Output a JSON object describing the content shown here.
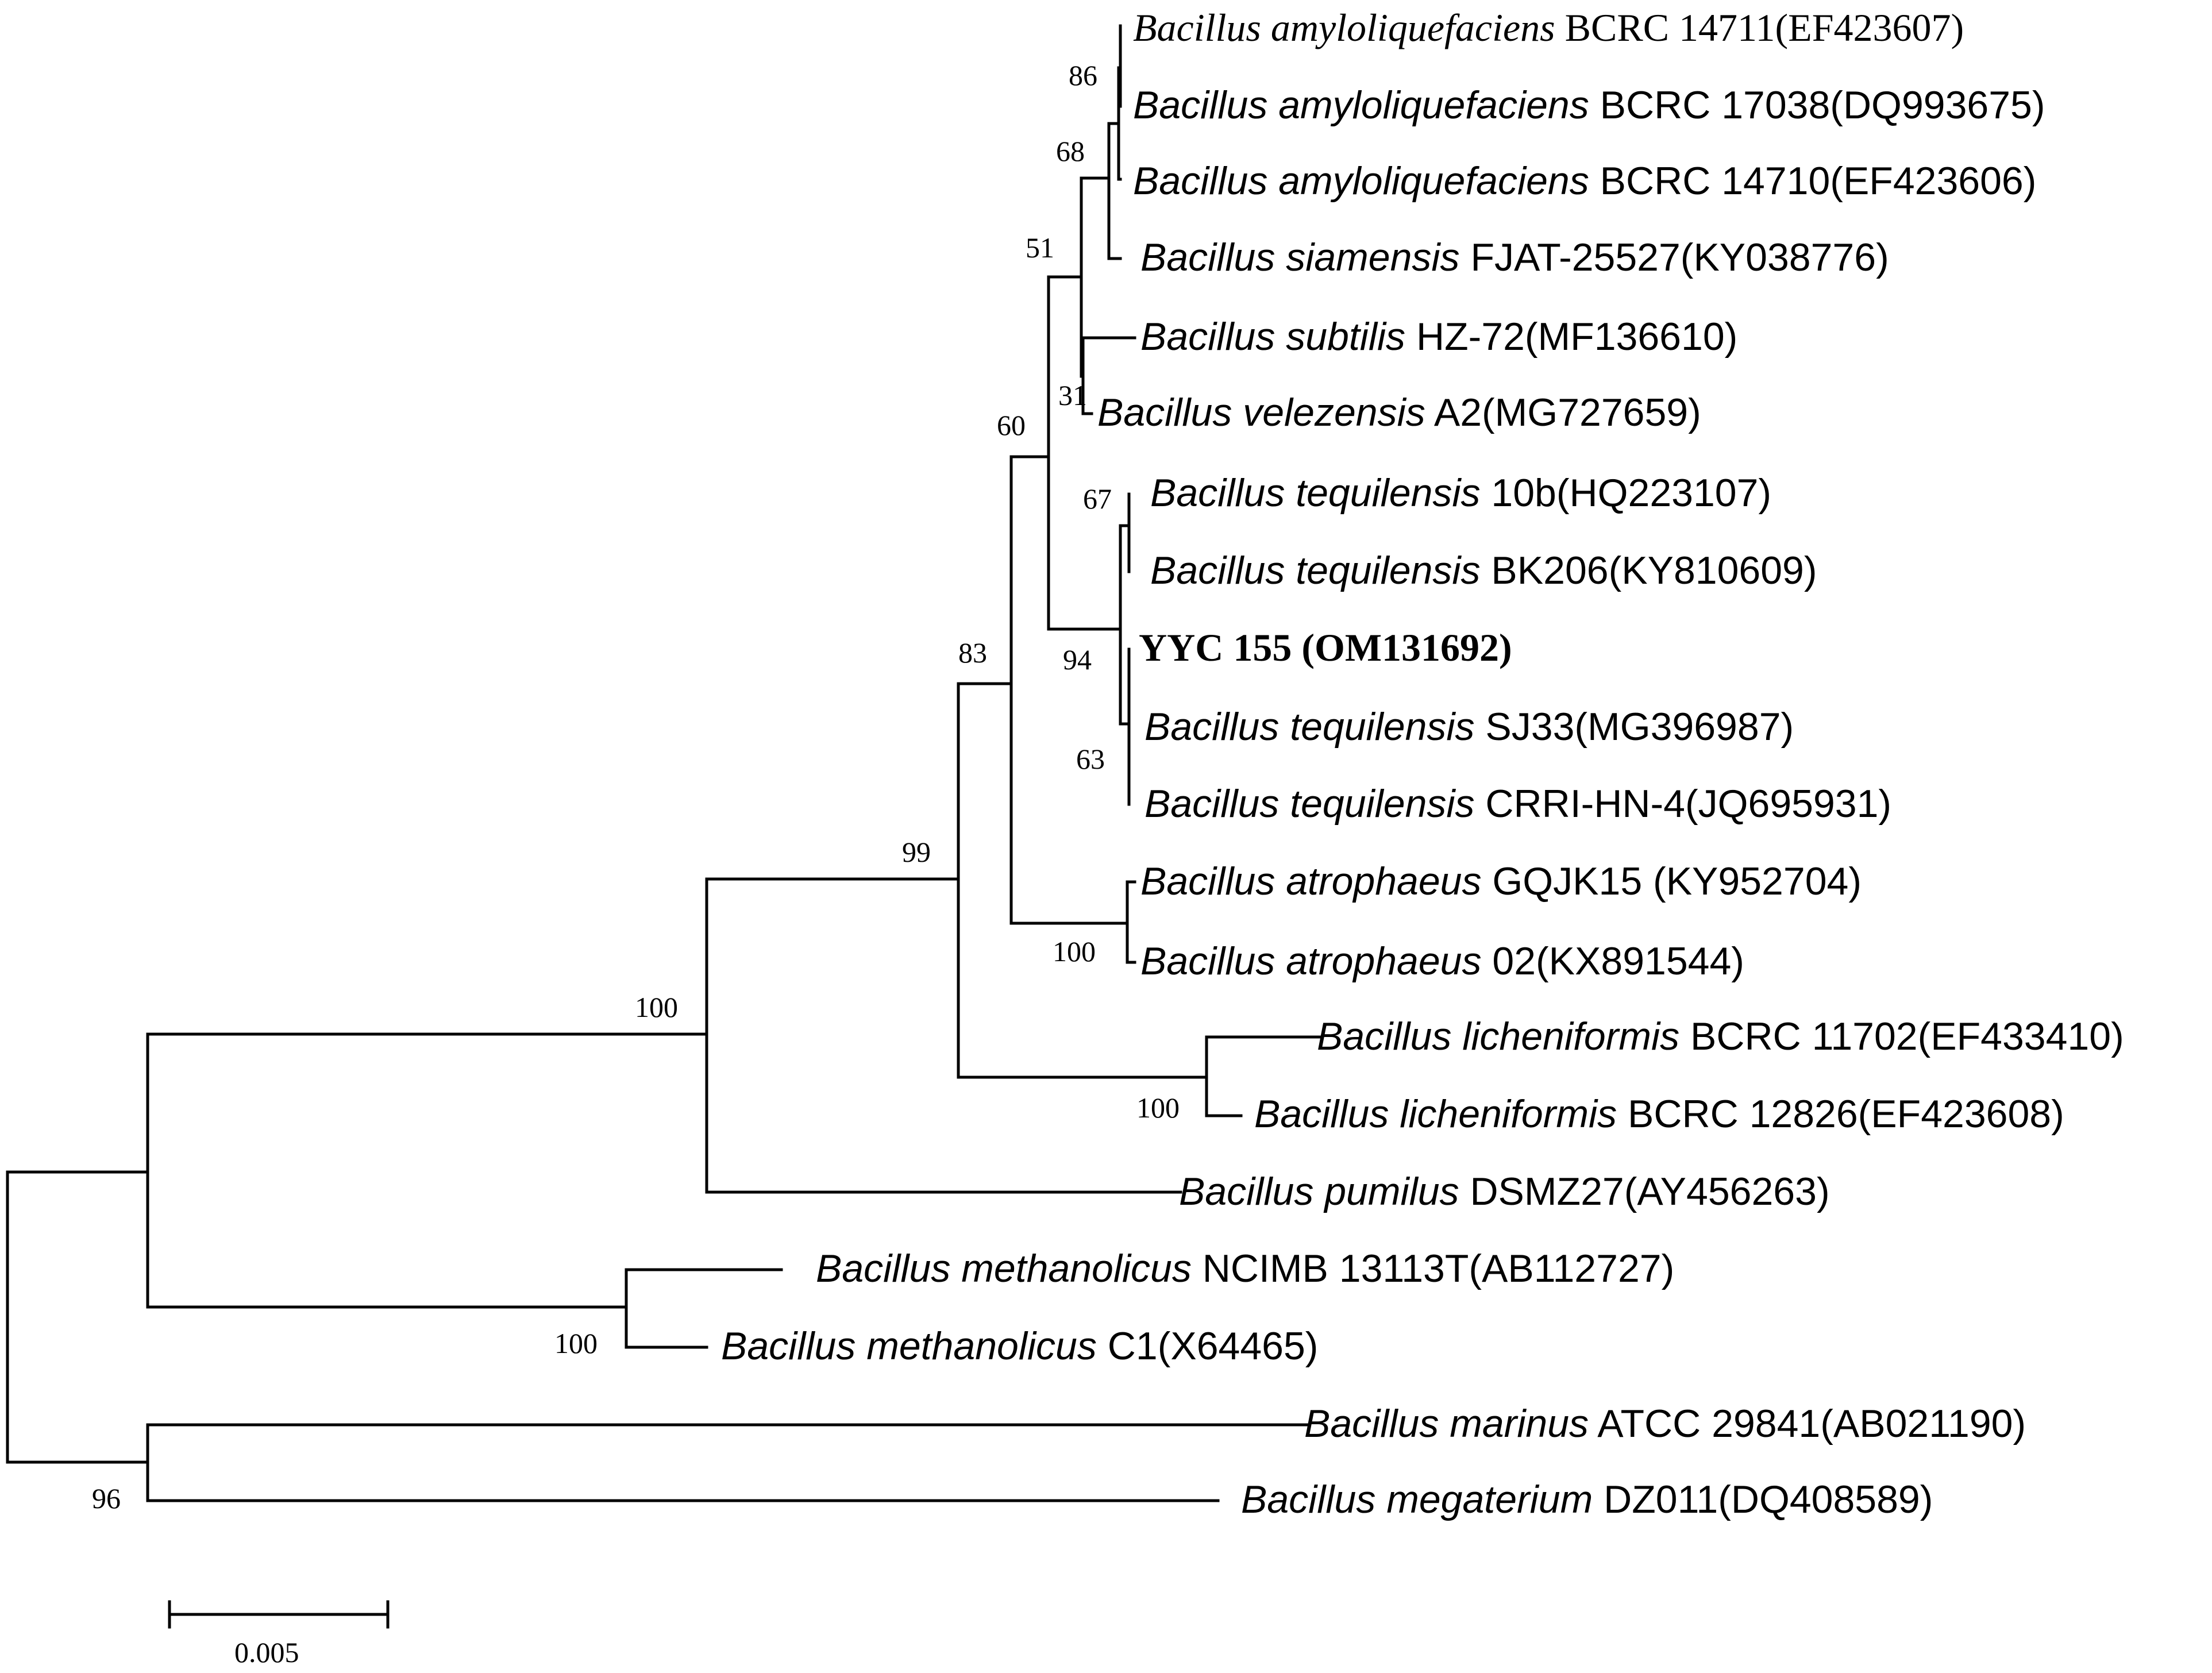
{
  "taxa": {
    "t1": {
      "genus": "Bacillus amyloliquefaciens",
      "strain": "BCRC 14711(EF423607)"
    },
    "t2": {
      "genus": "Bacillus amyloliquefaciens",
      "strain": "BCRC 17038(DQ993675)"
    },
    "t3": {
      "genus": "Bacillus amyloliquefaciens",
      "strain": "BCRC 14710(EF423606)"
    },
    "t4": {
      "genus": "Bacillus siamensis",
      "strain": "FJAT-25527(KY038776)"
    },
    "t5": {
      "genus": "Bacillus subtilis",
      "strain": "HZ-72(MF136610)"
    },
    "t6": {
      "genus": "Bacillus velezensis",
      "strain": "A2(MG727659)"
    },
    "t7": {
      "genus": "Bacillus tequilensis",
      "strain": "10b(HQ223107)"
    },
    "t8": {
      "genus": "Bacillus tequilensis",
      "strain": "BK206(KY810609)"
    },
    "t9": {
      "label": "YYC 155 (OM131692)"
    },
    "t10": {
      "genus": "Bacillus tequilensis",
      "strain": "SJ33(MG396987)"
    },
    "t11": {
      "genus": "Bacillus tequilensis",
      "strain": "CRRI-HN-4(JQ695931)"
    },
    "t12": {
      "genus": "Bacillus atrophaeus",
      "strain": "GQJK15 (KY952704)"
    },
    "t13": {
      "genus": "Bacillus atrophaeus",
      "strain": "02(KX891544)"
    },
    "t14": {
      "genus": "Bacillus licheniformis",
      "strain": "BCRC 11702(EF433410)"
    },
    "t15": {
      "genus": "Bacillus licheniformis",
      "strain": "BCRC 12826(EF423608)"
    },
    "t16": {
      "genus": "Bacillus pumilus",
      "strain": "DSMZ27(AY456263)"
    },
    "t17": {
      "genus": "Bacillus methanolicus",
      "strain": "NCIMB 13113T(AB112727)"
    },
    "t18": {
      "genus": "Bacillus methanolicus",
      "strain": "C1(X64465)"
    },
    "t19": {
      "genus": "Bacillus marinus",
      "strain": "ATCC 29841(AB021190)"
    },
    "t20": {
      "genus": "Bacillus megaterium",
      "strain": "DZ011(DQ408589)"
    }
  },
  "bootstrap": {
    "b86": "86",
    "b68": "68",
    "b51": "51",
    "b31": "31",
    "b60": "60",
    "b67": "67",
    "b94": "94",
    "b63": "63",
    "b83": "83",
    "b99": "99",
    "b100_atro": "100",
    "b100_root": "100",
    "b100_lich": "100",
    "b100_meth": "100",
    "b96": "96"
  },
  "scale_bar": {
    "label": "0.005"
  }
}
